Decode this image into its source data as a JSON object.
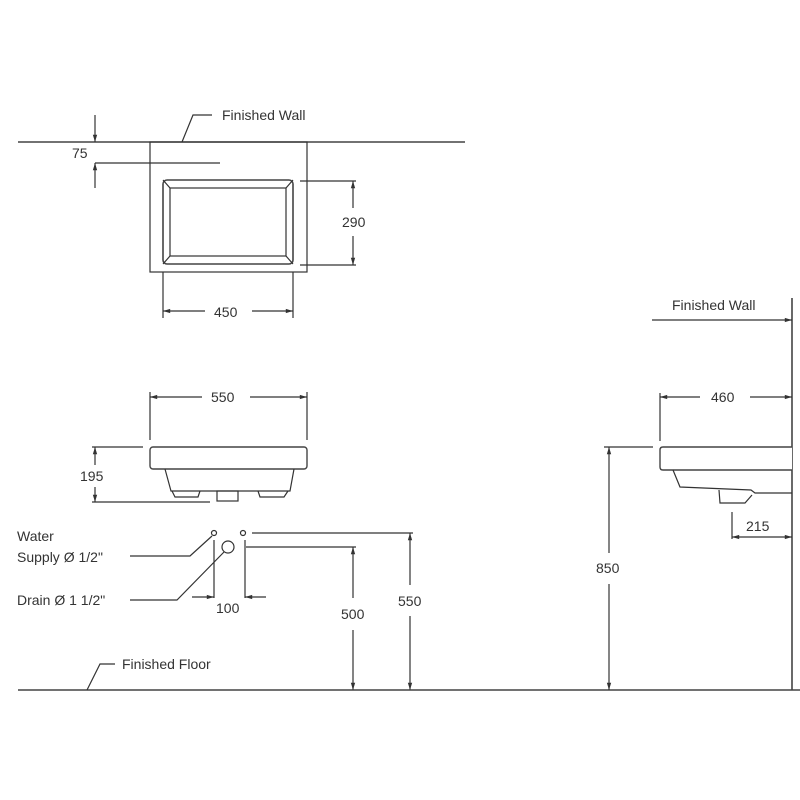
{
  "top_view": {
    "wall_label": "Finished Wall",
    "dim_wall_offset": "75",
    "dim_bowl_depth": "290",
    "dim_bowl_width": "450"
  },
  "front_view": {
    "dim_width": "550",
    "dim_height": "195",
    "water_label_line1": "Water",
    "water_label_line2": "Supply Ø 1/2\"",
    "drain_label": "Drain Ø 1 1/2\"",
    "dim_supply_spacing": "100",
    "dim_drain_height": "500",
    "dim_supply_height": "550",
    "floor_label": "Finished Floor"
  },
  "side_view": {
    "wall_label": "Finished Wall",
    "dim_depth": "460",
    "dim_drain_offset": "215",
    "dim_rim_height": "850"
  }
}
